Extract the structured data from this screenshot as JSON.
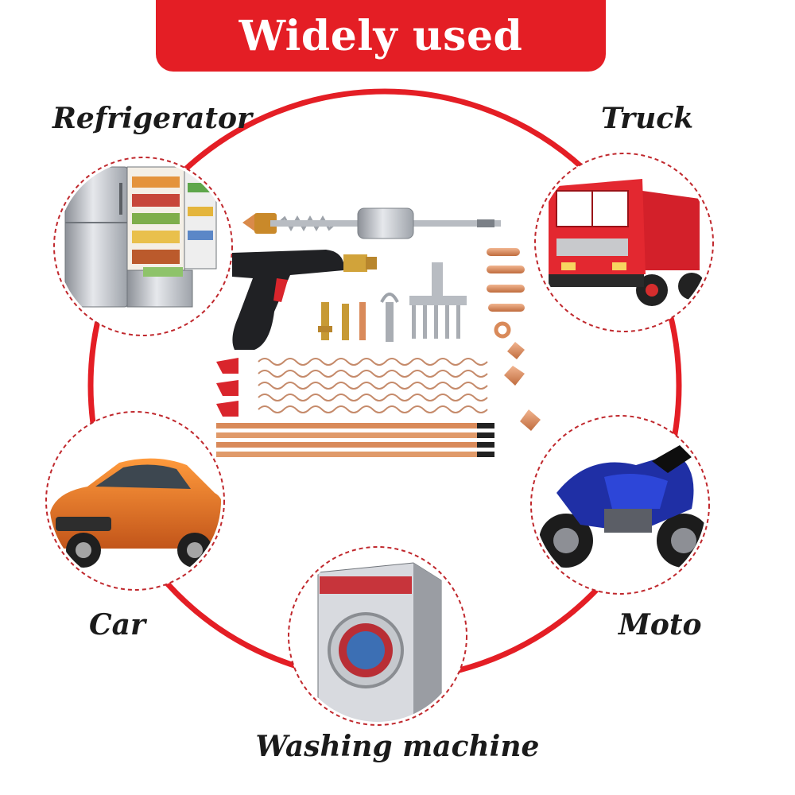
{
  "banner": {
    "title": "Widely used"
  },
  "applications": [
    {
      "label": "Refrigerator",
      "icon": "refrigerator-icon"
    },
    {
      "label": "Truck",
      "icon": "truck-icon"
    },
    {
      "label": "Car",
      "icon": "car-icon"
    },
    {
      "label": "Moto",
      "icon": "motorcycle-icon"
    },
    {
      "label": "Washing machine",
      "icon": "washing-machine-icon"
    }
  ],
  "colors": {
    "accent": "#e41e25",
    "copper": "#d98a5a",
    "dash": "#c0282d"
  }
}
